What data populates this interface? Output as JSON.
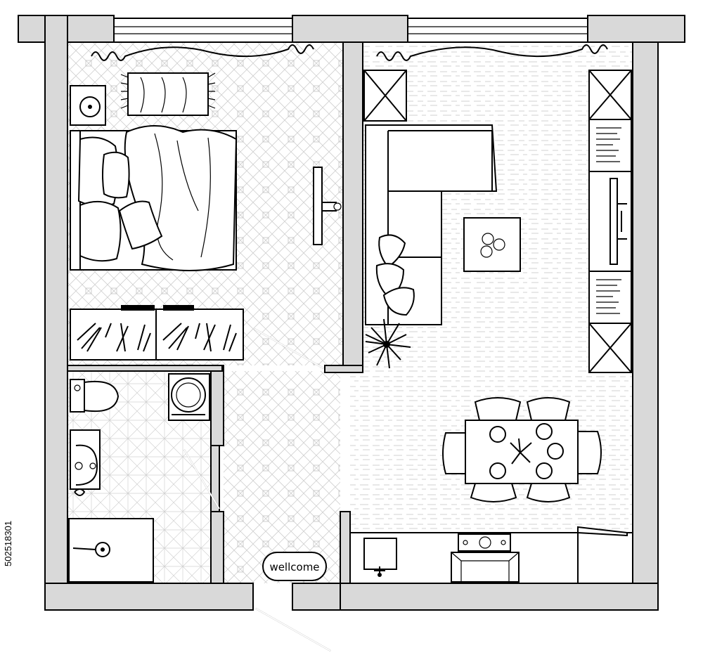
{
  "plan": {
    "doormat_text": "wellcome",
    "stock_id": "502518301",
    "colors": {
      "wall": "#d9d9d9",
      "floor_tile": "#c9c9c9",
      "outline": "#000000",
      "background": "#ffffff"
    },
    "rooms": [
      "bedroom",
      "living-room",
      "bathroom",
      "hallway",
      "kitchen-dining"
    ],
    "icons": [
      "bed-icon",
      "tv-icon",
      "sofa-icon",
      "coffee-table-icon",
      "plant-icon",
      "toilet-icon",
      "washing-machine-icon",
      "sink-icon",
      "shower-icon",
      "dining-table-icon",
      "stove-icon",
      "kitchen-sink-icon",
      "door-icon",
      "window-icon"
    ]
  }
}
